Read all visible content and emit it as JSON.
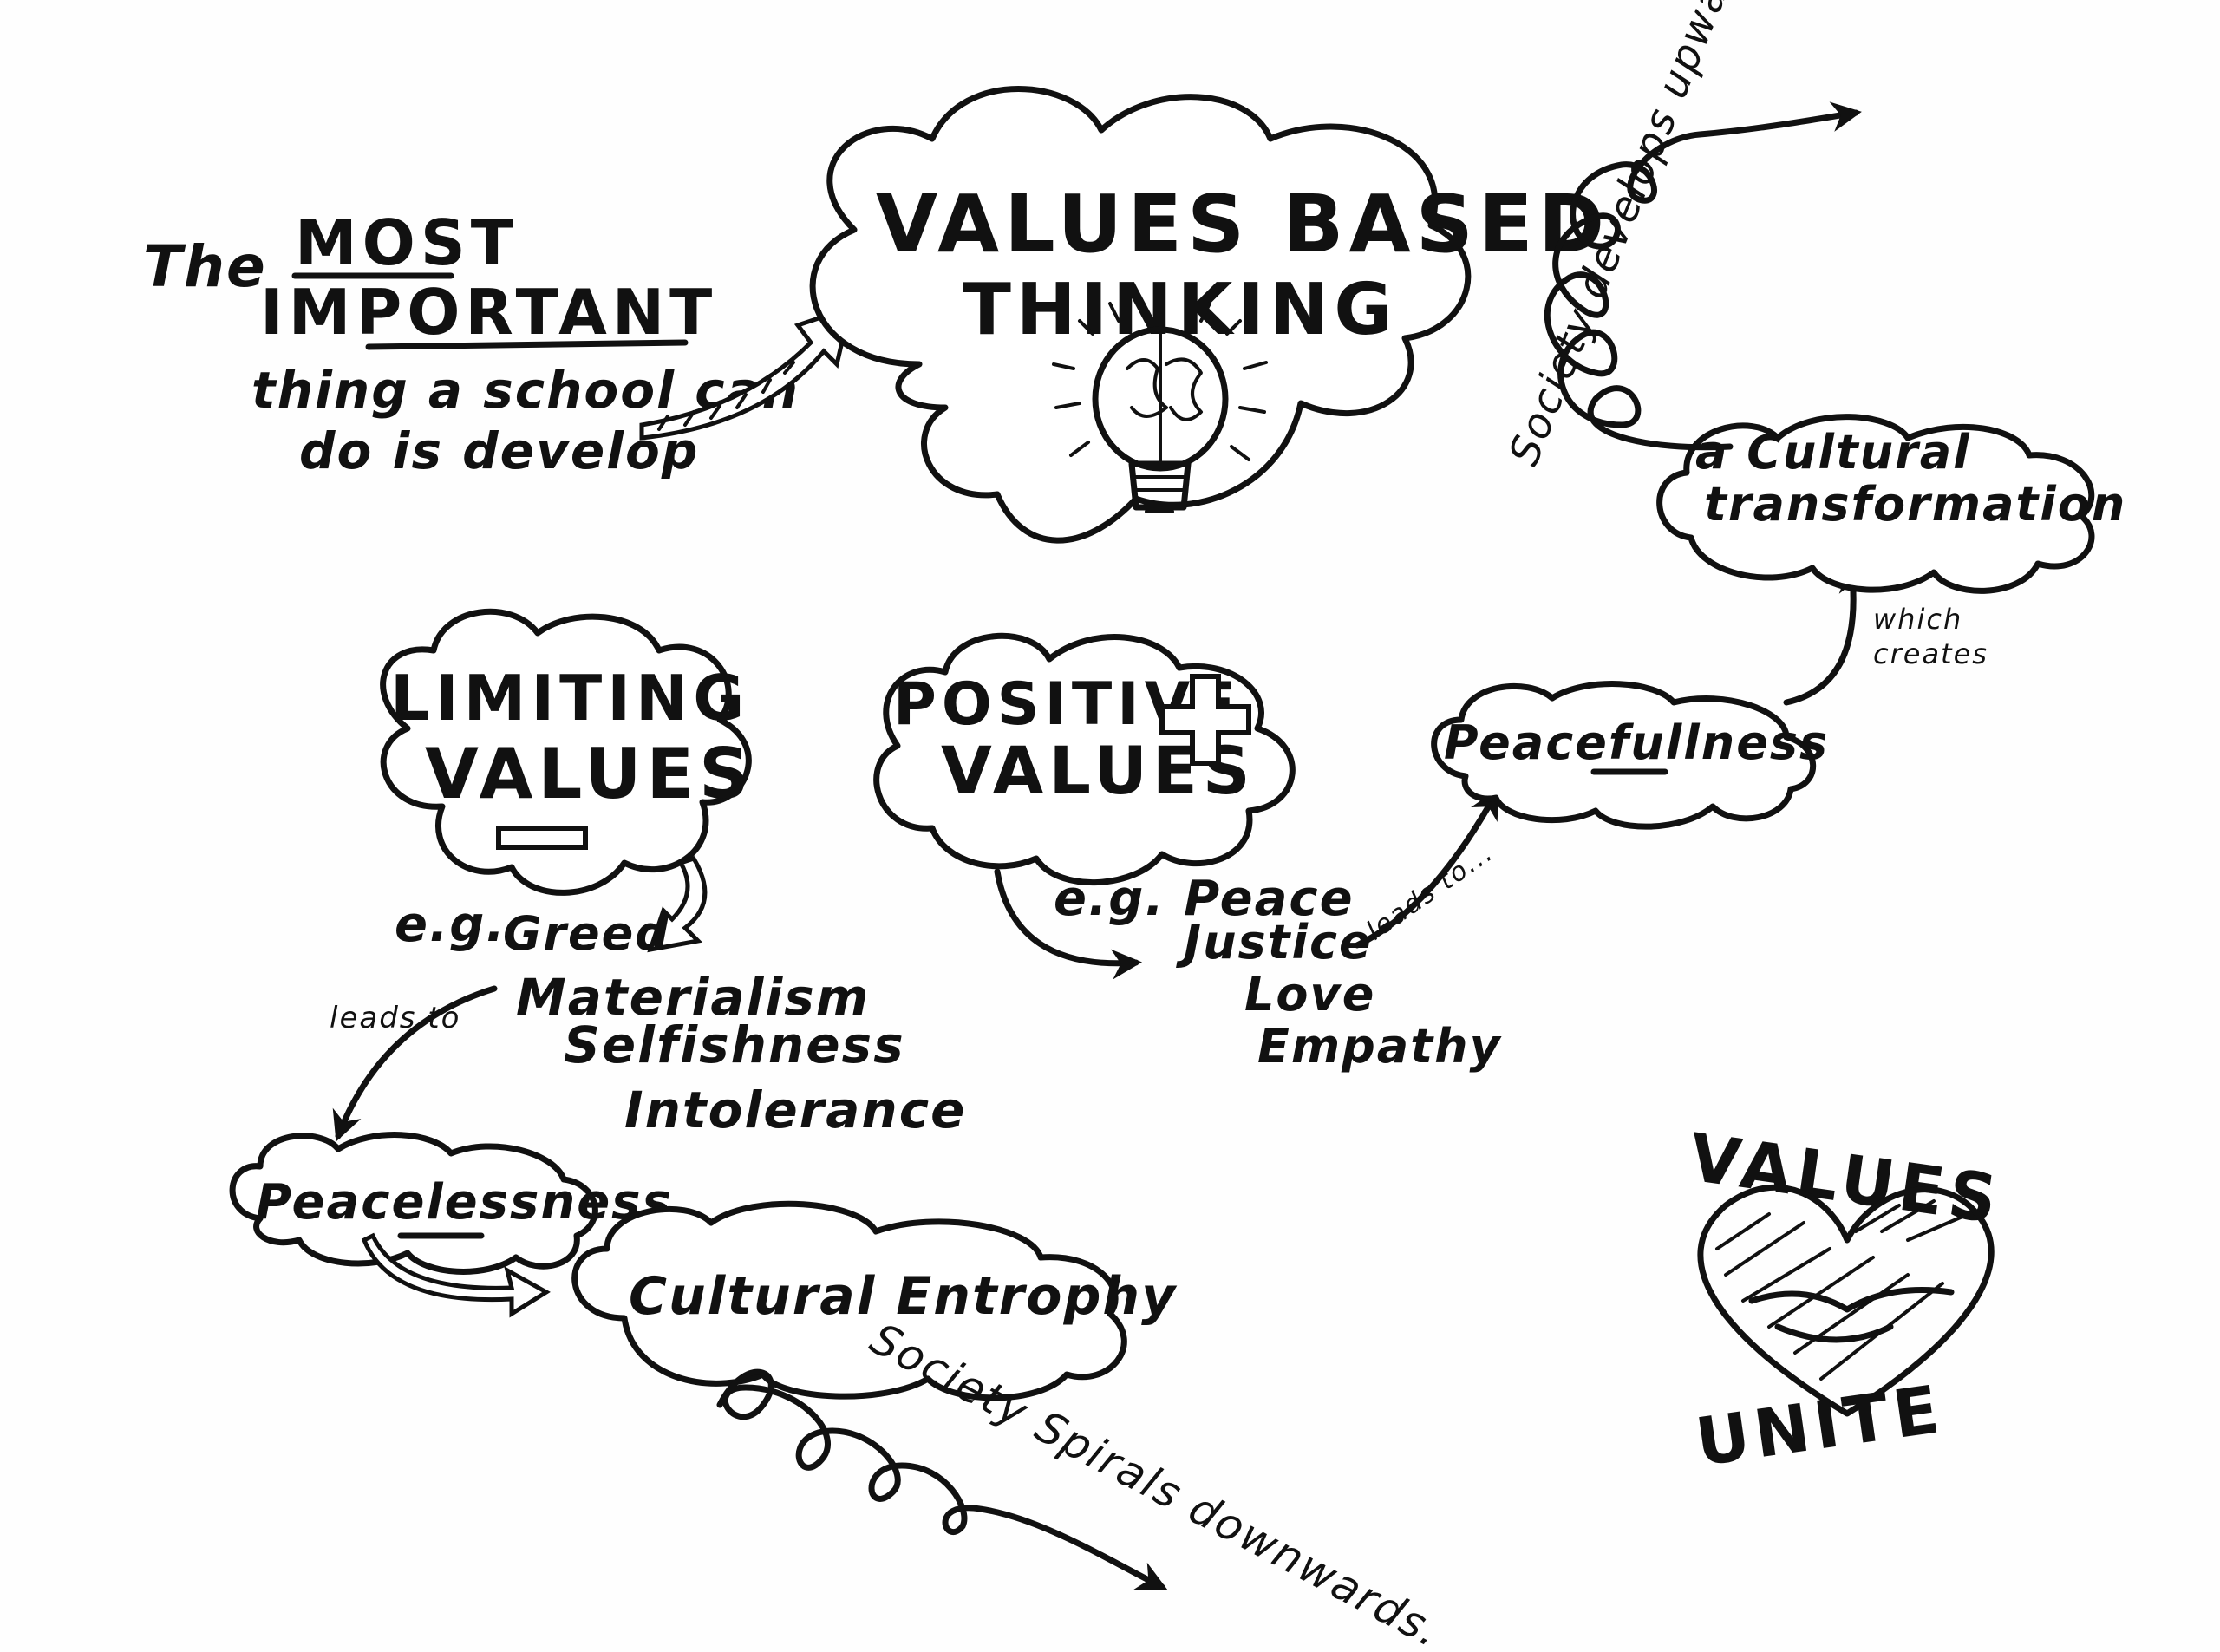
{
  "intro": {
    "line1_prefix": "The",
    "line1_emphasis": "MOST",
    "line2_emphasis": "IMPORTANT",
    "line3": "thing a school can",
    "line4": "do is develop"
  },
  "central_cloud": {
    "line1": "VALUES BASED",
    "line2": "THINKING",
    "icon": "brain-lightbulb-icon"
  },
  "limiting": {
    "line1": "LIMITING",
    "line2": "VALUES",
    "sign": "minus-icon",
    "eg": "e.g.",
    "examples": [
      "Greed",
      "Materialism",
      "Selfishness",
      "Intolerance"
    ],
    "leads_to": "leads to",
    "result": "Peacelessness",
    "next": "Cultural Entrophy",
    "spiral_note": "Society Spirals downwards."
  },
  "positive": {
    "line1": "POSITIVE",
    "line2": "VALUES",
    "sign": "plus-icon",
    "eg": "e.g. Peace",
    "examples": [
      "Justice",
      "Love",
      "Empathy"
    ],
    "leads_to": "leads to...",
    "result": "Peacefullness",
    "which_creates_1": "which",
    "which_creates_2": "creates",
    "transformation_1": "a Cultural",
    "transformation_2": "transformation",
    "spiral_note": "Society develops upwards..."
  },
  "logo": {
    "top": "VALUES",
    "bottom": "UNITE",
    "icon": "heart-handshake-icon"
  },
  "colors": {
    "ink": "#111111",
    "paper": "#fefefe"
  }
}
